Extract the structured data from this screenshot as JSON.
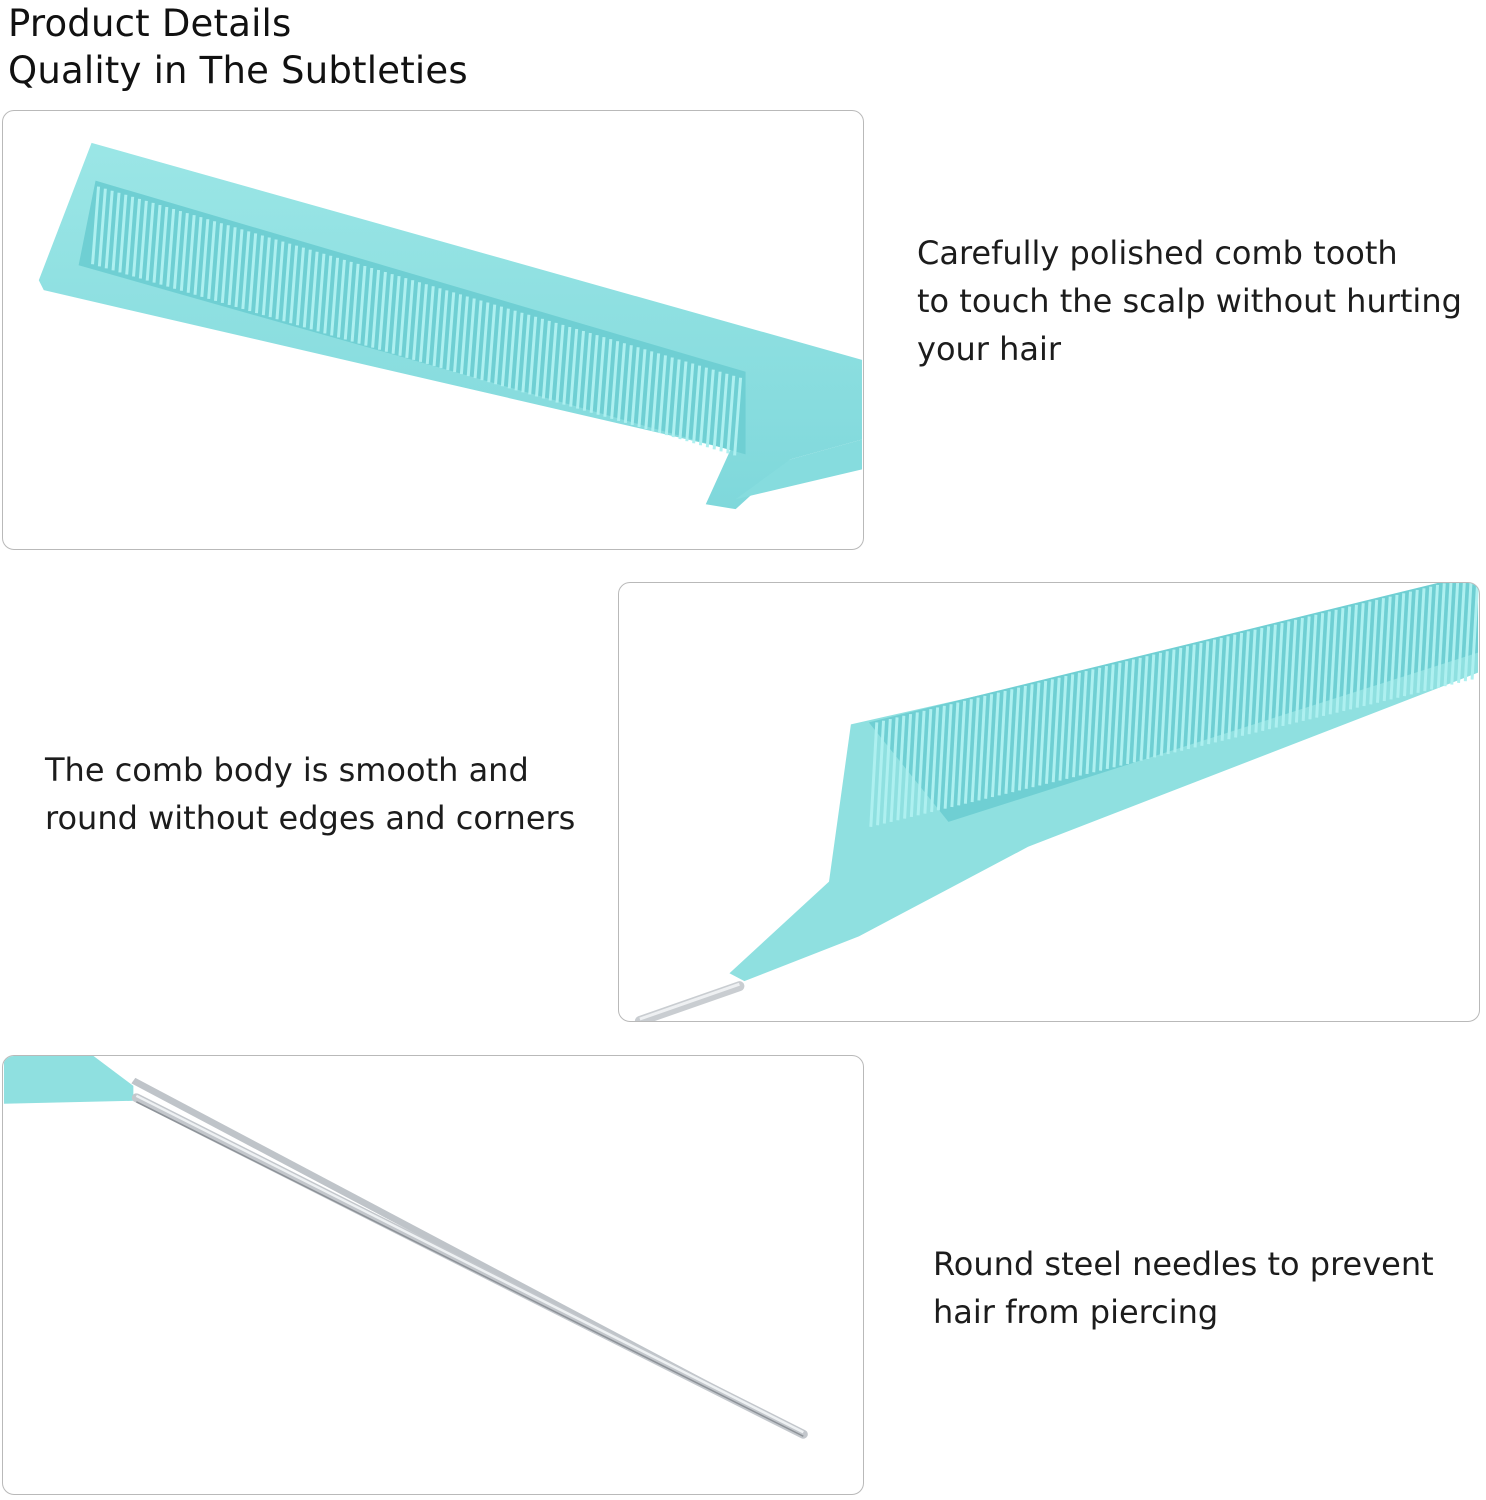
{
  "header": {
    "title": "Product Details",
    "subtitle": "Quality in The Subtleties"
  },
  "features": [
    {
      "image": "comb-teeth-closeup",
      "lines": [
        "Carefully polished comb tooth",
        "to touch the scalp without hurting",
        "your hair"
      ]
    },
    {
      "image": "comb-body-tail-closeup",
      "lines": [
        "The comb body is smooth and",
        "round without edges and corners"
      ]
    },
    {
      "image": "steel-needle-closeup",
      "lines": [
        "Round steel needles to prevent",
        "hair from piercing"
      ]
    }
  ],
  "colors": {
    "comb": "#8fe0e0",
    "comb_shadow": "#6fcfd3",
    "comb_teeth": "#a7ebec",
    "steel": "#c9cdd1",
    "panel_border": "#b9b9b9"
  }
}
